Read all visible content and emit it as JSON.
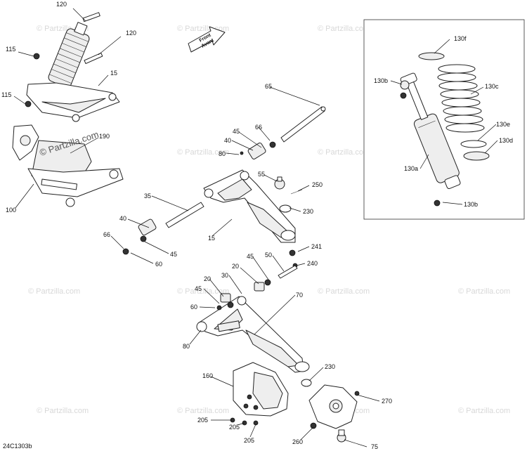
{
  "watermark": "© Partzilla.com",
  "watermark_overlay": "© Partzilla.com",
  "diagram_code": "24C1303b",
  "direction_arrow": {
    "line1": "Front",
    "line2": "Avant"
  },
  "callouts": [
    "120",
    "120",
    "115",
    "15",
    "115",
    "190",
    "100",
    "65",
    "66",
    "45",
    "40",
    "80",
    "55",
    "250",
    "230",
    "35",
    "40",
    "15",
    "66",
    "45",
    "60",
    "241",
    "240",
    "45",
    "50",
    "20",
    "30",
    "20",
    "45",
    "70",
    "60",
    "80",
    "230",
    "160",
    "270",
    "205",
    "205",
    "205",
    "260",
    "75",
    "130f",
    "130b",
    "130c",
    "130e",
    "130d",
    "130a",
    "130b"
  ]
}
